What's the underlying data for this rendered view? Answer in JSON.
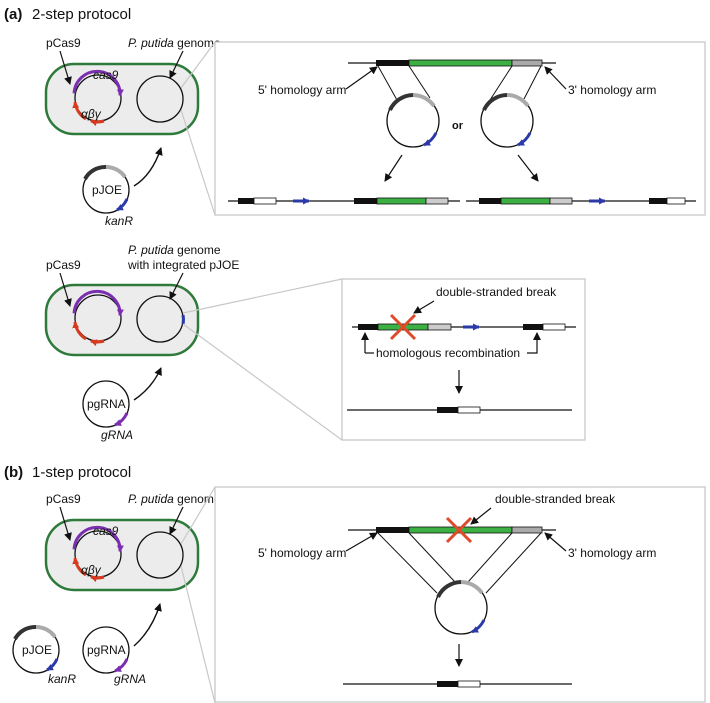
{
  "panel_a": {
    "letter": "(a)",
    "title": "2-step protocol",
    "step1": {
      "pcas9": "pCas9",
      "genome_italic": "P. putida",
      "genome_rest": " genome",
      "cas9": "cas9",
      "abg": "αβγ",
      "pjoe": "pJOE",
      "kanr": "kanR",
      "arm5": "5' homology arm",
      "arm3": "3' homology arm",
      "or": "or"
    },
    "step2": {
      "pcas9": "pCas9",
      "genome_italic": "P. putida",
      "genome_rest": " genome",
      "genome_line2": "with integrated pJOE",
      "pgrna": "pgRNA",
      "grna": "gRNA",
      "dsb": "double-stranded break",
      "hr": "homologous recombination"
    }
  },
  "panel_b": {
    "letter": "(b)",
    "title": "1-step protocol",
    "pcas9": "pCas9",
    "genome_italic": "P. putida",
    "genome_rest": " genome",
    "cas9": "cas9",
    "abg": "αβγ",
    "pjoe": "pJOE",
    "kanr": "kanR",
    "pgrna": "pgRNA",
    "grna": "gRNA",
    "dsb": "double-stranded break",
    "arm5": "5' homology arm",
    "arm3": "3' homology arm"
  },
  "colors": {
    "cell_border": "#2d7a3a",
    "cell_fill": "#ececec",
    "cas9_purple": "#7b2fb0",
    "red_genes": "#d83a1f",
    "kan_blue": "#2b3aa8",
    "green_insert": "#3cb043",
    "dsb_red": "#e04a2a",
    "arm_dark": "#111111",
    "arm_gray": "#aaaaaa",
    "zoom_gray": "#c8c8c8"
  }
}
